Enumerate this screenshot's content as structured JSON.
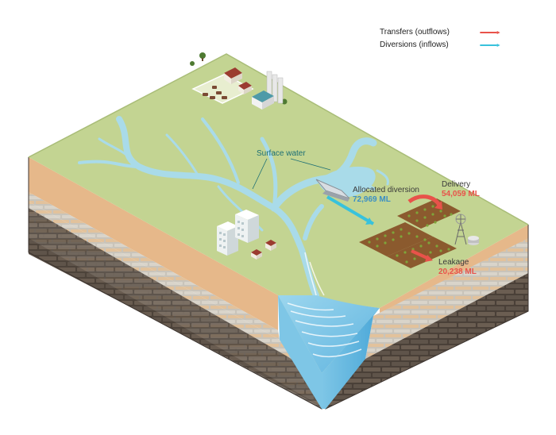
{
  "legend": {
    "transfers_label": "Transfers (outflows)",
    "diversions_label": "Diversions (inflows)",
    "transfers_color": "#e8524a",
    "diversions_color": "#38c2dc"
  },
  "labels": {
    "surface_water": "Surface water",
    "allocated_diversion": "Allocated diversion",
    "allocated_diversion_value": "72,969 ML",
    "delivery": "Delivery",
    "delivery_value": "54,059 ML",
    "leakage": "Leakage",
    "leakage_value": "20,238 ML"
  },
  "colors": {
    "land": "#c3d492",
    "water": "#a9dbe9",
    "soil": "#e6b88a",
    "rock": "#5e5248"
  }
}
